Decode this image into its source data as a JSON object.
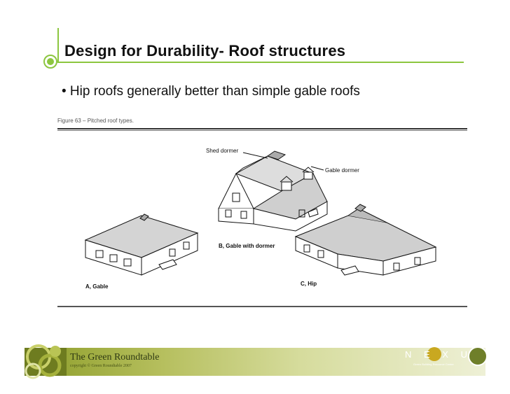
{
  "slide": {
    "title": "Design for Durability- Roof structures",
    "bullet": "• Hip roofs generally better than simple gable roofs"
  },
  "figure": {
    "header": "Figure 63 – Pitched roof types.",
    "labels": {
      "shed_dormer": "Shed dormer",
      "gable_dormer": "Gable dormer",
      "gable_with_dormer": "B, Gable with dormer",
      "gable": "A, Gable",
      "hip": "C, Hip"
    }
  },
  "footer": {
    "org_name": "The Green Roundtable",
    "copyright": "copyright © Green Roundtable 2007",
    "nexus_letters": "N E X U S",
    "nexus_subtitle": "Green Building Resource Center"
  },
  "colors": {
    "accent": "#8cc63f",
    "footer_dark": "#7a8b2a",
    "nexus_gold": "#c9a820"
  }
}
